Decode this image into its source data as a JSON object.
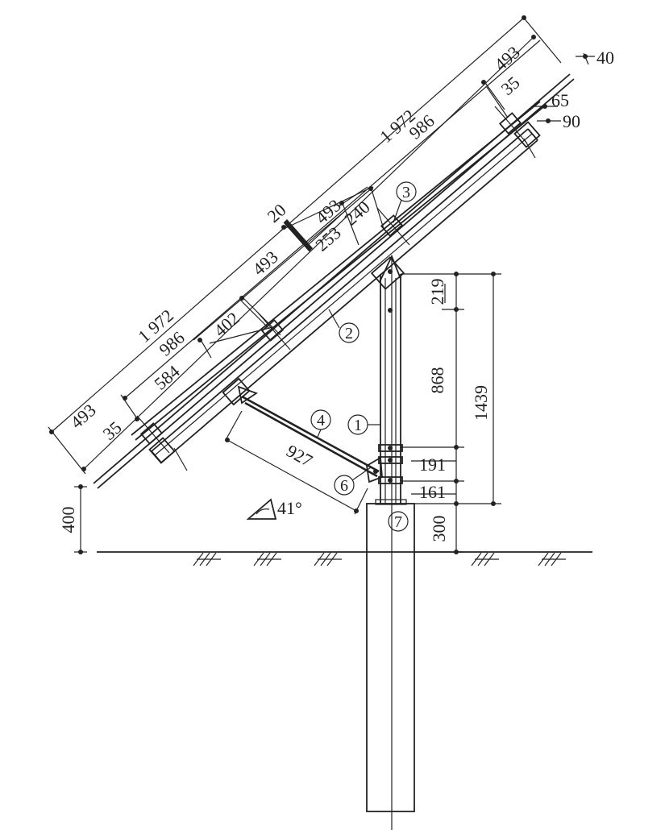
{
  "drawing": {
    "dimensions": {
      "top_total": "1 972",
      "top_half": "986",
      "top_quarter": "493",
      "top_quarter_mid": "493",
      "top_gap": "20",
      "top_end": "35",
      "top_edge": "40",
      "right_65": "65",
      "right_90": "90",
      "mid_493": "493",
      "mid_253": "253",
      "mid_240": "240",
      "left_total": "1 972",
      "left_half": "986",
      "left_584": "584",
      "left_402": "402",
      "left_quarter": "493",
      "left_end": "35",
      "brace_len": "927",
      "post_219": "219",
      "post_868": "868",
      "post_1439": "1439",
      "post_191": "191",
      "post_161": "161",
      "post_300": "300",
      "ground_400": "400",
      "angle": "41°"
    },
    "part_tags": {
      "p1": "1",
      "p2": "2",
      "p3": "3",
      "p4": "4",
      "p6": "6",
      "p7": "7"
    }
  }
}
